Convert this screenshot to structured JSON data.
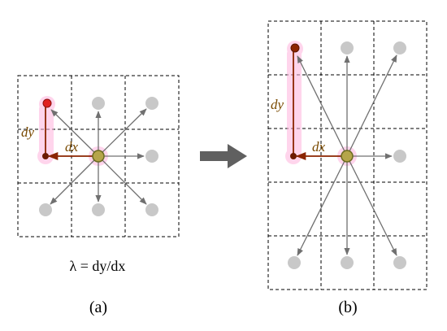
{
  "figure": {
    "panel_a": {
      "caption": "(a)",
      "label_dx": "dx",
      "label_dy": "dy",
      "formula": "λ = dy/dx"
    },
    "panel_b": {
      "caption": "(b)",
      "label_dx": "dx",
      "label_dy": "dy"
    },
    "transition_arrow_icon": "right-arrow-icon",
    "colors": {
      "grid": "#000000",
      "node": "#c8c8c8",
      "arrow": "#707070",
      "highlight_edge": "#8b2500",
      "center_node": "#b5a54a",
      "target_node": "#e02020",
      "glow": "#ff9ecf",
      "big_arrow": "#606060"
    }
  }
}
